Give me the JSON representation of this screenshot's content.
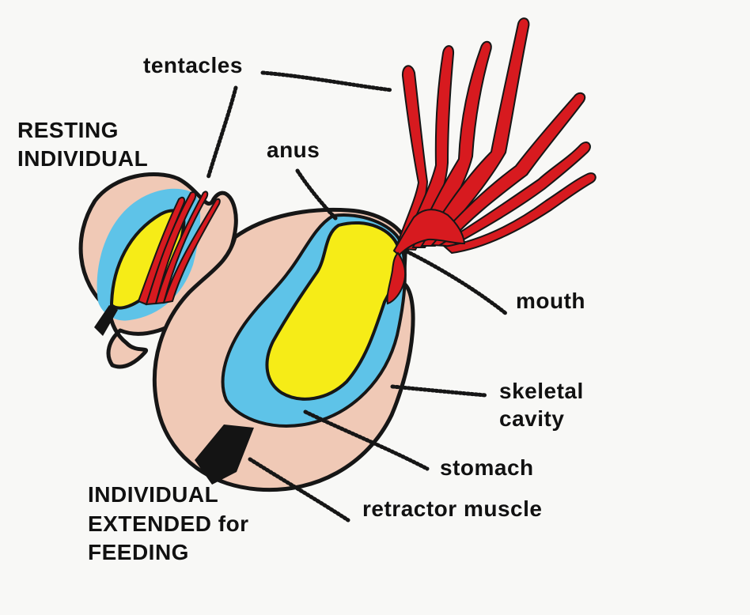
{
  "labels": {
    "tentacles": "tentacles",
    "resting_line1": "RESTING",
    "resting_line2": "INDIVIDUAL",
    "anus": "anus",
    "mouth": "mouth",
    "skeletal_line1": "skeletal",
    "skeletal_line2": "cavity",
    "stomach": "stomach",
    "retractor": "retractor muscle",
    "extended_line1": "INDIVIDUAL",
    "extended_line2": "EXTENDED for",
    "extended_line3": "FEEDING"
  },
  "colors": {
    "background": "#f8f8f6",
    "body": "#f0c9b6",
    "gut": "#5ec3e8",
    "stomach": "#f6ec17",
    "tentacles": "#d71a1f",
    "outline": "#161616",
    "muscle": "#141414"
  }
}
